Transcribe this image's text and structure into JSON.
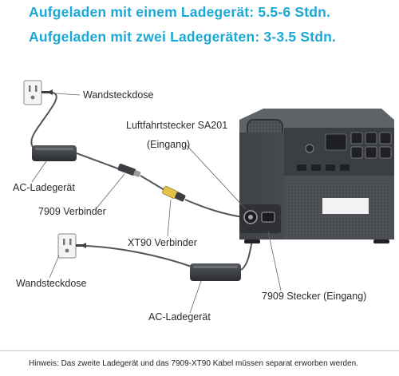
{
  "headlines": {
    "line1": "Aufgeladen mit einem Ladegerät: 5.5-6 Stdn.",
    "line2": "Aufgeladen mit zwei Ladegeräten: 3-3.5 Stdn.",
    "color": "#1aa8d6"
  },
  "labels": {
    "wall_outlet_top": "Wandsteckdose",
    "airline_plug": "Luftfahrtstecker SA201",
    "airline_plug_input": "(Eingang)",
    "ac_charger_top": "AC-Ladegerät",
    "connector_7909": "7909 Verbinder",
    "xt90_connector": "XT90 Verbinder",
    "wall_outlet_bottom": "Wandsteckdose",
    "plug_7909_input": "7909 Stecker (Eingang)",
    "ac_charger_bottom": "AC-Ladegerät"
  },
  "footnote": {
    "text": "Hinweis: Das zweite Ladegerät und das 7909-XT90 Kabel müssen separat erworben werden."
  },
  "colors": {
    "device_body": "#4a4d52",
    "device_dark": "#2e3034",
    "charger_brick": "#3a3c40",
    "cable": "#555555",
    "leader_line": "#666666"
  }
}
